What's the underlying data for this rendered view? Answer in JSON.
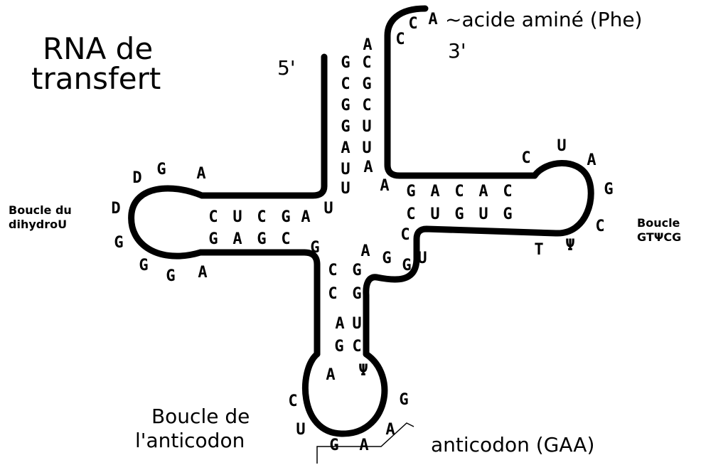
{
  "title": {
    "line1": "RNA de",
    "line2": "transfert"
  },
  "ends": {
    "five_prime": "5'",
    "three_prime": "3'"
  },
  "amino_acid": "~acide aminé (Phe)",
  "loops": {
    "dihydrou": {
      "line1": "Boucle du",
      "line2": "dihydroU"
    },
    "tpsic": {
      "line1": "Boucle",
      "line2": "GTΨCG"
    },
    "anticodon_loop": {
      "line1": "Boucle de",
      "line2": "l'anticodon"
    }
  },
  "anticodon": "anticodon (GAA)",
  "nucleotides": {
    "acceptor_end": [
      "A",
      "C",
      "C",
      "A"
    ],
    "acceptor_5": [
      "G",
      "C",
      "G",
      "G",
      "A",
      "U",
      "U"
    ],
    "acceptor_3": [
      "C",
      "G",
      "C",
      "U",
      "U",
      "A"
    ],
    "junction": [
      "U",
      "A"
    ],
    "d_stem_top": [
      "C",
      "U",
      "C",
      "G",
      "A"
    ],
    "d_stem_bottom": [
      "G",
      "A",
      "G",
      "C"
    ],
    "d_loop": [
      "D",
      "G",
      "A",
      "D",
      "G",
      "G",
      "G",
      "A"
    ],
    "t_stem_top": [
      "G",
      "A",
      "C",
      "A",
      "C"
    ],
    "t_stem_bottom": [
      "C",
      "U",
      "G",
      "U",
      "G"
    ],
    "t_loop": [
      "C",
      "U",
      "A",
      "G",
      "C",
      "Ψ",
      "T"
    ],
    "variable": [
      "C",
      "U",
      "G",
      "G",
      "A",
      "G"
    ],
    "ac_stem_left": [
      "C",
      "C",
      "A",
      "G"
    ],
    "ac_stem_right": [
      "G",
      "G",
      "U",
      "C"
    ],
    "ac_loop": [
      "A",
      "Ψ",
      "C",
      "G",
      "U",
      "G",
      "A",
      "A"
    ]
  }
}
